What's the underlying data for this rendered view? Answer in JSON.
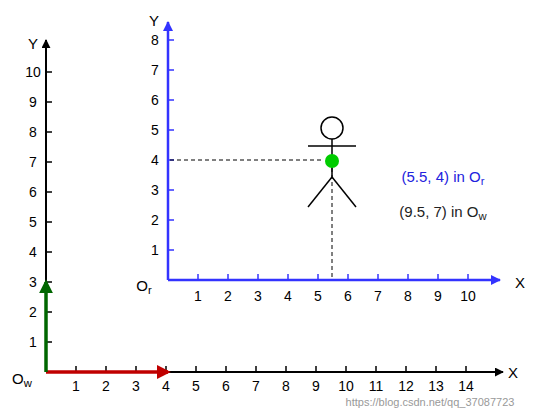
{
  "diagram": {
    "labels": [
      "Y",
      "10",
      "9",
      "8",
      "7",
      "6",
      "5",
      "4",
      "3",
      "2",
      "1",
      "Ow",
      "1",
      "2",
      "3",
      "4",
      "5",
      "6",
      "7",
      "8",
      "9",
      "10",
      "11",
      "12",
      "13",
      "14",
      "X",
      "Y",
      "8",
      "7",
      "6",
      "5",
      "4",
      "3",
      "2",
      "1",
      "Or",
      "1",
      "2",
      "3",
      "4",
      "5",
      "6",
      "7",
      "8",
      "9",
      "10",
      "X",
      "(5.5, 4)  in Or",
      "(9.5,  7)  in Ow",
      "https://blog.csdn.net/qq_37087723"
    ]
  }
}
